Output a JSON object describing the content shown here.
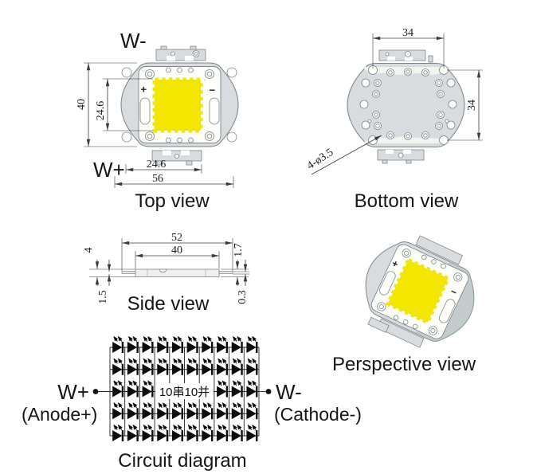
{
  "colors": {
    "chip_yellow": "#f3e600",
    "body_gray": "#d8dcde",
    "outline_gray": "#7b858a",
    "line_dark": "#3c3c3c",
    "text_black": "#161616"
  },
  "chip_marks": {
    "plus": "+",
    "minus": "−"
  },
  "top_view": {
    "caption": "Top view",
    "terminal_top": "W-",
    "terminal_bottom": "W+",
    "dim_outer_height": "40",
    "dim_chip_height": "24.6",
    "dim_chip_width": "24.6",
    "dim_outer_width": "56"
  },
  "bottom_view": {
    "caption": "Bottom view",
    "dim_hole_span_h": "34",
    "dim_hole_span_v": "34",
    "hole_callout": "4-ø3.5"
  },
  "side_view": {
    "caption": "Side view",
    "dim_length": "52",
    "dim_inner_length": "40",
    "dim_tab": "4",
    "dim_base_thickness": "1.5",
    "dim_total_thickness": "1.7",
    "dim_pin_thickness": "0.3"
  },
  "perspective_view": {
    "caption": "Perspective view"
  },
  "circuit_diagram": {
    "caption": "Circuit diagram",
    "positive_terminal": "W+",
    "positive_sub": "(Anode+)",
    "negative_terminal": "W-",
    "negative_sub": "(Cathode-)",
    "configuration": "10串10并",
    "drawn_rows": 5,
    "drawn_columns": 10
  }
}
